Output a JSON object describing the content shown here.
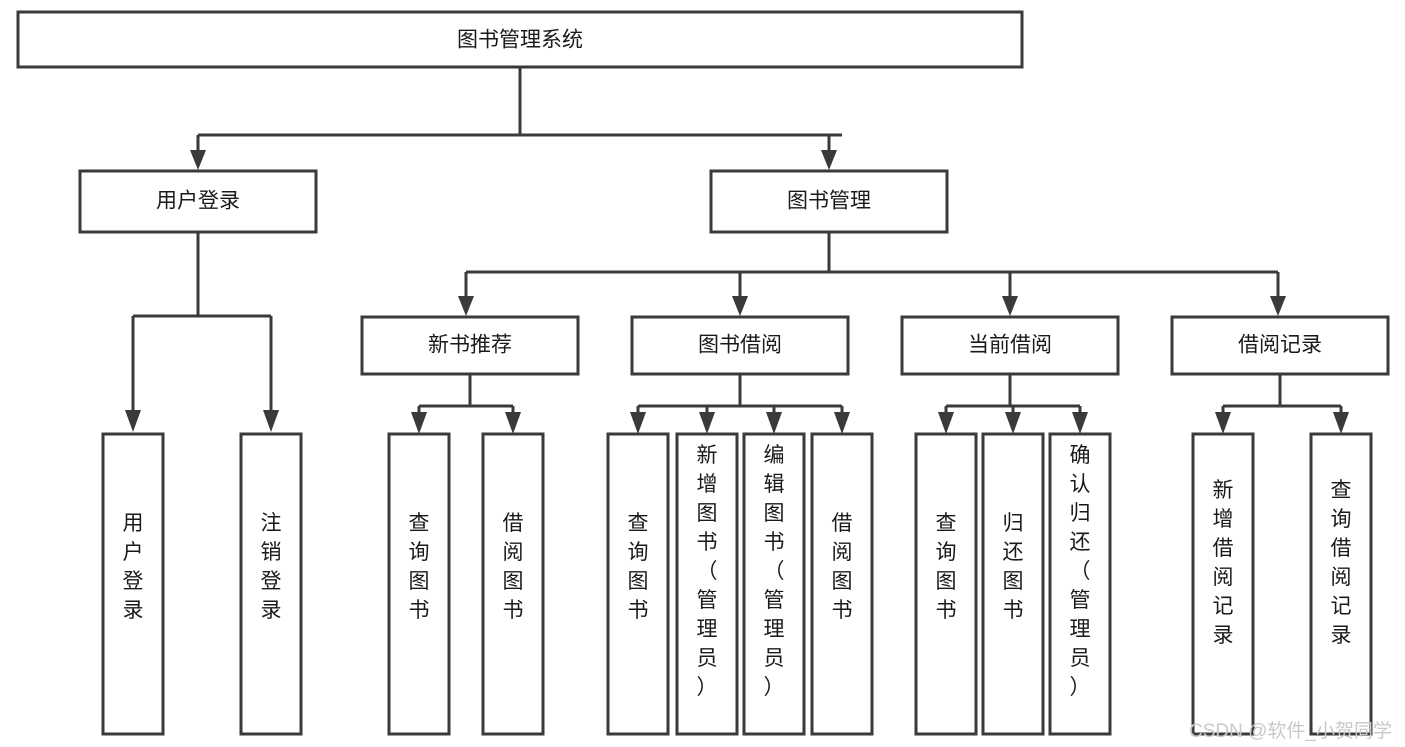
{
  "diagram": {
    "title": "图书管理系统",
    "type": "tree-hierarchy",
    "root": {
      "id": "root",
      "label": "图书管理系统"
    },
    "level1": [
      {
        "id": "user-login",
        "label": "用户登录"
      },
      {
        "id": "book-manage",
        "label": "图书管理"
      }
    ],
    "level2": [
      {
        "id": "new-book-recommend",
        "label": "新书推荐",
        "parent": "book-manage"
      },
      {
        "id": "book-borrow",
        "label": "图书借阅",
        "parent": "book-manage"
      },
      {
        "id": "current-borrow",
        "label": "当前借阅",
        "parent": "book-manage"
      },
      {
        "id": "borrow-record",
        "label": "借阅记录",
        "parent": "book-manage"
      }
    ],
    "leaves": [
      {
        "id": "leaf-user-login",
        "label": "用户登录",
        "parent": "user-login"
      },
      {
        "id": "leaf-logout",
        "label": "注销登录",
        "parent": "user-login"
      },
      {
        "id": "leaf-query-book-1",
        "label": "查询图书",
        "parent": "new-book-recommend"
      },
      {
        "id": "leaf-borrow-book-1",
        "label": "借阅图书",
        "parent": "new-book-recommend"
      },
      {
        "id": "leaf-query-book-2",
        "label": "查询图书",
        "parent": "book-borrow"
      },
      {
        "id": "leaf-add-book",
        "label": "新增图书（管理员）",
        "parent": "book-borrow"
      },
      {
        "id": "leaf-edit-book",
        "label": "编辑图书（管理员）",
        "parent": "book-borrow"
      },
      {
        "id": "leaf-borrow-book-2",
        "label": "借阅图书",
        "parent": "book-borrow"
      },
      {
        "id": "leaf-query-book-3",
        "label": "查询图书",
        "parent": "current-borrow"
      },
      {
        "id": "leaf-return-book",
        "label": "归还图书",
        "parent": "current-borrow"
      },
      {
        "id": "leaf-confirm-return",
        "label": "确认归还（管理员）",
        "parent": "current-borrow"
      },
      {
        "id": "leaf-add-record",
        "label": "新增借阅记录",
        "parent": "borrow-record"
      },
      {
        "id": "leaf-query-record",
        "label": "查询借阅记录",
        "parent": "borrow-record"
      }
    ]
  },
  "watermark": {
    "text": "CSDN @软件_小贺同学"
  },
  "colors": {
    "stroke": "#3a3a3a",
    "fill": "#ffffff",
    "text": "#1a1a1a",
    "watermark": "#c9c9c9"
  }
}
